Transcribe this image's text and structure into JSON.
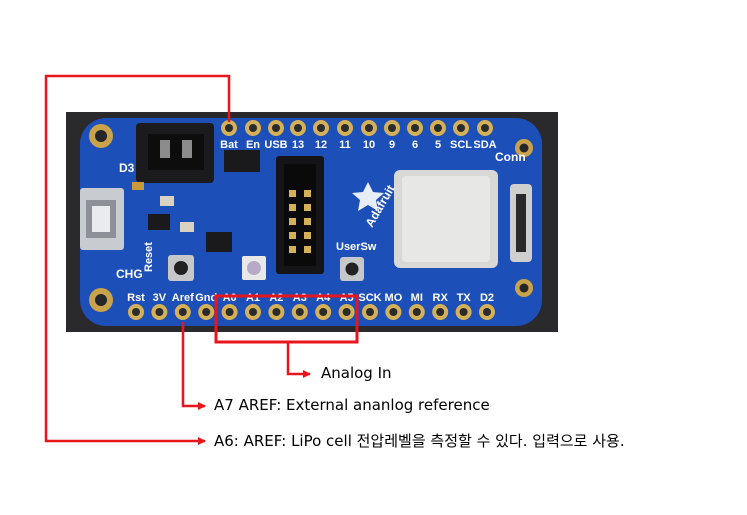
{
  "board": {
    "top_pins": [
      "Bat",
      "En",
      "USB",
      "13",
      "12",
      "11",
      "10",
      "9",
      "6",
      "5",
      "SCL",
      "SDA"
    ],
    "bottom_pins": [
      "Rst",
      "3V",
      "Aref",
      "Gnd",
      "A0",
      "A1",
      "A2",
      "A3",
      "A4",
      "A5",
      "SCK",
      "MO",
      "MI",
      "RX",
      "TX",
      "D2"
    ],
    "silkscreen": {
      "d3": "D3",
      "conn": "Conn",
      "chg": "CHG",
      "reset": "Reset",
      "usersw": "UserSw",
      "brand": "Adafruit"
    },
    "colors": {
      "pcb": "#1d4fb8",
      "highlight_box": "#e8161b",
      "arrow": "#e8161b"
    }
  },
  "annotations": {
    "analog_in": "Analog In",
    "a7_aref": "A7 AREF: External ananlog reference",
    "a6_aref": "A6: AREF: LiPo cell 전압레벨을 측정할 수 있다. 입력으로 사용."
  }
}
